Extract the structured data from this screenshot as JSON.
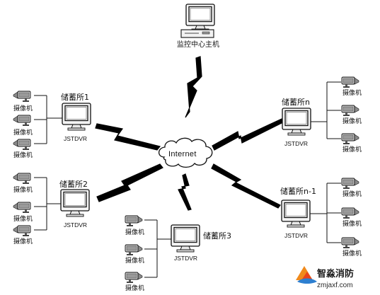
{
  "center": {
    "label": "监控中心主机"
  },
  "internet": {
    "label": "Internet"
  },
  "dvr_label": "JSTDVR",
  "camera_label": "摄像机",
  "sites": [
    {
      "name": "储蓄所1"
    },
    {
      "name": "储蓄所2"
    },
    {
      "name": "储蓄所3"
    },
    {
      "name": "储蓄所n"
    },
    {
      "name": "储蓄所n-1"
    }
  ],
  "watermark": {
    "text": "智淼消防",
    "url": "zmjaxf.com"
  }
}
